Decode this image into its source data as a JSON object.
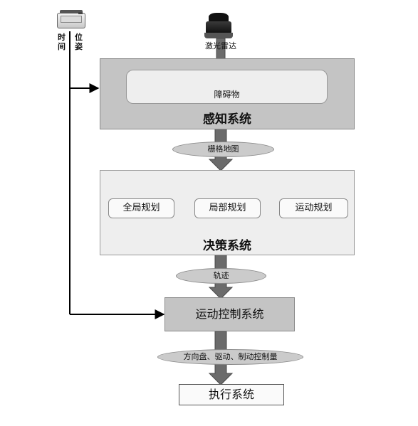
{
  "sensors": {
    "gnss_labels": [
      "时\n间",
      "位\n姿"
    ],
    "lidar_label": "激光雷达"
  },
  "perception": {
    "title": "感知系统",
    "inner_label": "障碍物"
  },
  "link1": {
    "label": "栅格地图"
  },
  "decision": {
    "title": "决策系统",
    "steps": [
      "全局规划",
      "局部规划",
      "运动规划"
    ]
  },
  "link2": {
    "label": "轨迹"
  },
  "motion_control": {
    "title": "运动控制系统"
  },
  "link3": {
    "label": "方向盘、驱动、制动控制量"
  },
  "execution": {
    "title": "执行系统"
  },
  "colors": {
    "arrow_fill": "#6b6b6b",
    "box_gray": "#c4c4c4",
    "box_light": "#eeeeee",
    "ellipse_fill": "#cbcbcb",
    "line": "#000000"
  }
}
